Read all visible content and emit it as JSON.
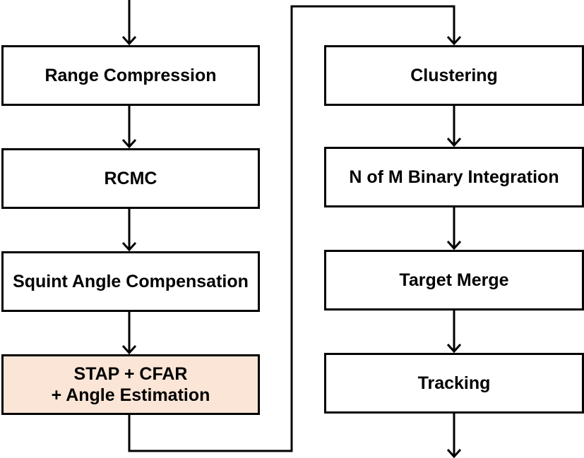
{
  "diagram": {
    "left_column": [
      {
        "id": "range",
        "lines": [
          "Range Compression"
        ]
      },
      {
        "id": "rcmc",
        "lines": [
          "RCMC"
        ]
      },
      {
        "id": "squint",
        "lines": [
          "Squint Angle Compensation"
        ]
      },
      {
        "id": "stap",
        "lines": [
          "STAP + CFAR",
          "+ Angle Estimation"
        ],
        "highlight": true
      }
    ],
    "right_column": [
      {
        "id": "clustering",
        "lines": [
          "Clustering"
        ]
      },
      {
        "id": "nofm",
        "lines": [
          "N of M Binary Integration"
        ]
      },
      {
        "id": "merge",
        "lines": [
          "Target Merge"
        ]
      },
      {
        "id": "tracking",
        "lines": [
          "Tracking"
        ]
      }
    ],
    "colors": {
      "stroke": "#000000",
      "box_fill": "#ffffff",
      "highlight_fill": "#fbe5d6"
    }
  }
}
